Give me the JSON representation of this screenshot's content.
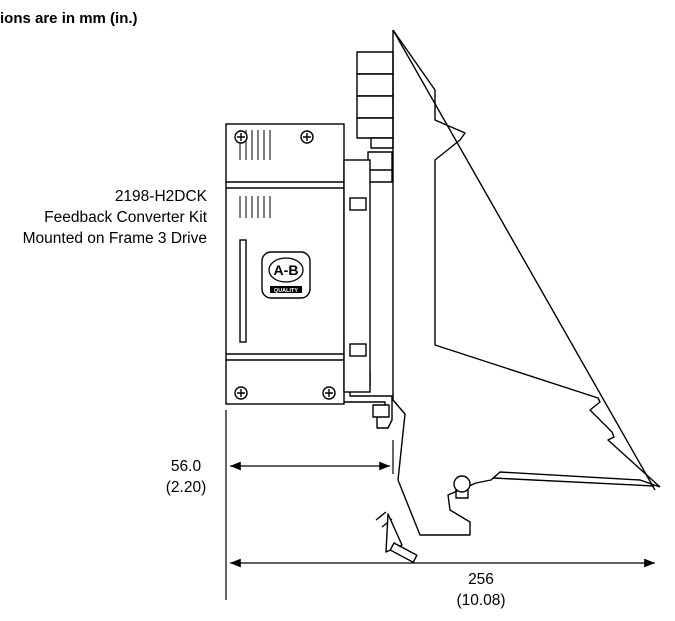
{
  "page": {
    "note": "ions are in mm (in.)"
  },
  "callout": {
    "line1": "2198-H2DCK",
    "line2": "Feedback Converter Kit",
    "line3": "Mounted on Frame 3 Drive"
  },
  "dimensions": {
    "width_kit": {
      "mm": "56.0",
      "in": "(2.20)"
    },
    "overall": {
      "mm": "256",
      "in": "(10.08)"
    }
  },
  "logo": {
    "letters": "A-B",
    "tagline": "QUALITY"
  },
  "colors": {
    "line": "#000000",
    "background": "#ffffff"
  }
}
